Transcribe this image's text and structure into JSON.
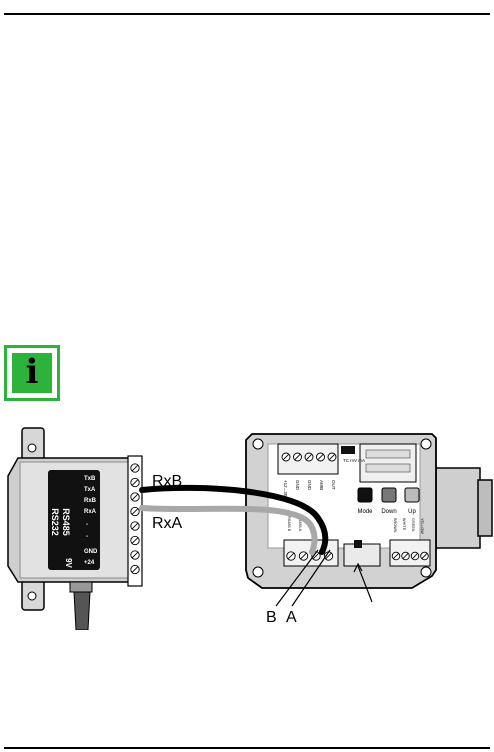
{
  "info_icon": {
    "icon": "info-icon",
    "letter": "i",
    "color": "#2db23b"
  },
  "adapter": {
    "pin_labels": [
      "TxB",
      "TxA",
      "RxB",
      "RxA",
      "-",
      "-",
      "GND",
      "+24"
    ],
    "rs485_label": "RS485",
    "rs232_label": "RS232",
    "power_label": "9V"
  },
  "wires": {
    "upper_label": "RxB",
    "lower_label": "RxA"
  },
  "device": {
    "terminal_labels": [
      "+12...30V",
      "GND",
      "GND",
      "AWB",
      "OUT"
    ],
    "jumper_label": "TC\nmV\nmA",
    "buttons": [
      "Mode",
      "Down",
      "Up"
    ],
    "left_block_labels": [
      "RS485 B",
      "RS485 A"
    ],
    "right_block_labels": [
      "BROWN",
      "WHITE",
      "GREEN",
      "YELLOW"
    ]
  },
  "callouts": {
    "b_label": "B",
    "a_label": "A"
  }
}
